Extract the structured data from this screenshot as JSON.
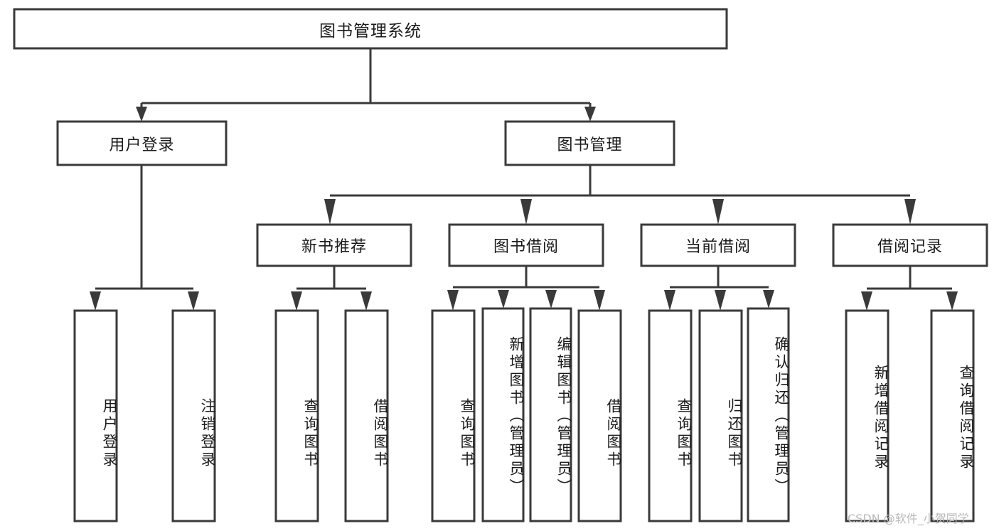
{
  "diagram": {
    "type": "tree-hierarchy",
    "orientation": "top-down",
    "root": {
      "id": "root",
      "label": "图书管理系统"
    },
    "level2": [
      {
        "id": "user-login",
        "label": "用户登录"
      },
      {
        "id": "book-management",
        "label": "图书管理"
      }
    ],
    "level3": [
      {
        "id": "new-book-recommend",
        "label": "新书推荐",
        "parent": "book-management"
      },
      {
        "id": "book-borrow",
        "label": "图书借阅",
        "parent": "book-management"
      },
      {
        "id": "current-borrow",
        "label": "当前借阅",
        "parent": "book-management"
      },
      {
        "id": "borrow-record",
        "label": "借阅记录",
        "parent": "book-management"
      }
    ],
    "leaves": [
      {
        "id": "leaf-user-login",
        "label": "用户登录",
        "parent": "user-login"
      },
      {
        "id": "leaf-logout-login",
        "label": "注销登录",
        "parent": "user-login"
      },
      {
        "id": "leaf-query-book-1",
        "label": "查询图书",
        "parent": "new-book-recommend"
      },
      {
        "id": "leaf-borrow-book-1",
        "label": "借阅图书",
        "parent": "new-book-recommend"
      },
      {
        "id": "leaf-query-book-2",
        "label": "查询图书",
        "parent": "book-borrow"
      },
      {
        "id": "leaf-add-book",
        "label": "新增图书（管理员）",
        "parent": "book-borrow"
      },
      {
        "id": "leaf-edit-book",
        "label": "编辑图书（管理员）",
        "parent": "book-borrow"
      },
      {
        "id": "leaf-borrow-book-2",
        "label": "借阅图书",
        "parent": "book-borrow"
      },
      {
        "id": "leaf-query-book-3",
        "label": "查询图书",
        "parent": "current-borrow"
      },
      {
        "id": "leaf-return-book",
        "label": "归还图书",
        "parent": "current-borrow"
      },
      {
        "id": "leaf-confirm-return",
        "label": "确认归还（管理员）",
        "parent": "current-borrow"
      },
      {
        "id": "leaf-add-record",
        "label": "新增借阅记录",
        "parent": "borrow-record"
      },
      {
        "id": "leaf-query-record",
        "label": "查询借阅记录",
        "parent": "borrow-record"
      }
    ],
    "watermark": "CSDN @软件_小贺同学",
    "colors": {
      "box_stroke": "#3a3a3a",
      "box_fill": "#ffffff",
      "text": "#1b1b1b",
      "background": "#ffffff",
      "watermark": "#b9b9b9"
    }
  }
}
